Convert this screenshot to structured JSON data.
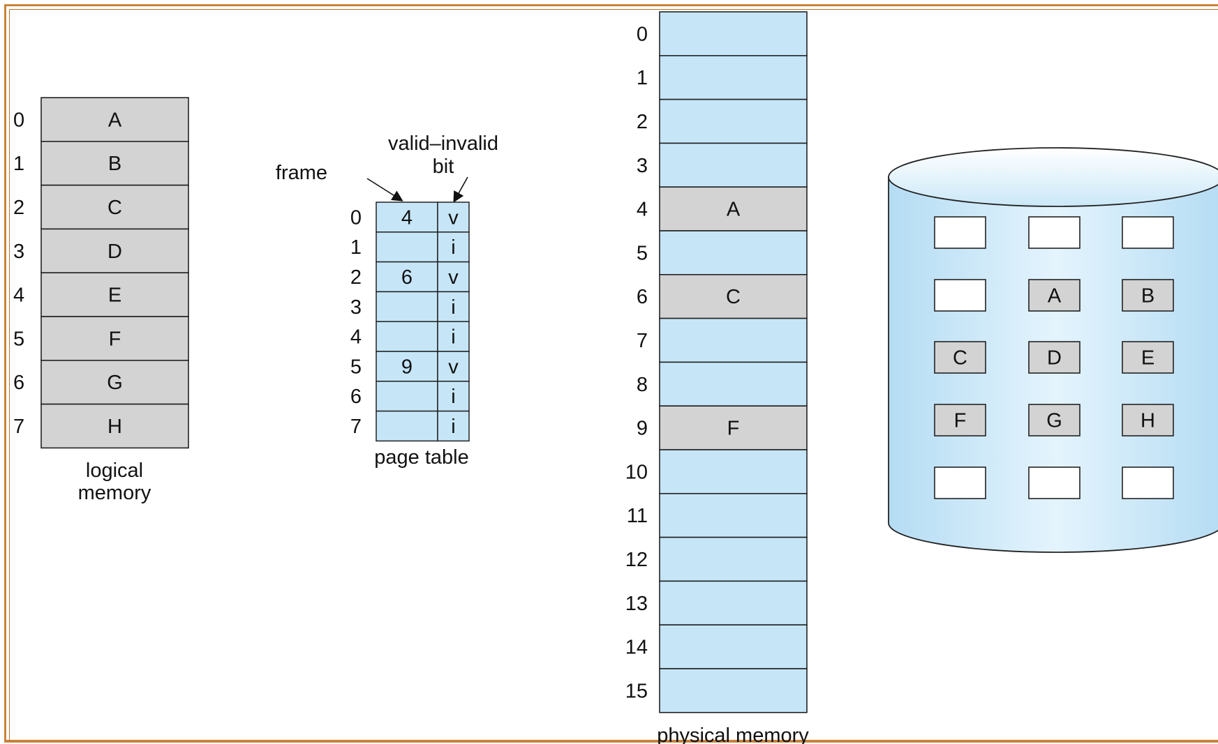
{
  "logical_memory": {
    "label_line1": "logical",
    "label_line2": "memory",
    "rows": [
      {
        "index": "0",
        "page": "A"
      },
      {
        "index": "1",
        "page": "B"
      },
      {
        "index": "2",
        "page": "C"
      },
      {
        "index": "3",
        "page": "D"
      },
      {
        "index": "4",
        "page": "E"
      },
      {
        "index": "5",
        "page": "F"
      },
      {
        "index": "6",
        "page": "G"
      },
      {
        "index": "7",
        "page": "H"
      }
    ]
  },
  "page_table": {
    "label": "page table",
    "frame_label": "frame",
    "valid_label_line1": "valid–invalid",
    "valid_label_line2": "bit",
    "rows": [
      {
        "index": "0",
        "frame": "4",
        "bit": "v"
      },
      {
        "index": "1",
        "frame": "",
        "bit": "i"
      },
      {
        "index": "2",
        "frame": "6",
        "bit": "v"
      },
      {
        "index": "3",
        "frame": "",
        "bit": "i"
      },
      {
        "index": "4",
        "frame": "",
        "bit": "i"
      },
      {
        "index": "5",
        "frame": "9",
        "bit": "v"
      },
      {
        "index": "6",
        "frame": "",
        "bit": "i"
      },
      {
        "index": "7",
        "frame": "",
        "bit": "i"
      }
    ]
  },
  "physical_memory": {
    "label": "physical memory",
    "rows": [
      {
        "index": "0",
        "content": ""
      },
      {
        "index": "1",
        "content": ""
      },
      {
        "index": "2",
        "content": ""
      },
      {
        "index": "3",
        "content": ""
      },
      {
        "index": "4",
        "content": "A"
      },
      {
        "index": "5",
        "content": ""
      },
      {
        "index": "6",
        "content": "C"
      },
      {
        "index": "7",
        "content": ""
      },
      {
        "index": "8",
        "content": ""
      },
      {
        "index": "9",
        "content": "F"
      },
      {
        "index": "10",
        "content": ""
      },
      {
        "index": "11",
        "content": ""
      },
      {
        "index": "12",
        "content": ""
      },
      {
        "index": "13",
        "content": ""
      },
      {
        "index": "14",
        "content": ""
      },
      {
        "index": "15",
        "content": ""
      }
    ]
  },
  "backing_store": {
    "grid": [
      [
        "",
        "",
        ""
      ],
      [
        "",
        "A",
        "B"
      ],
      [
        "C",
        "D",
        "E"
      ],
      [
        "F",
        "G",
        "H"
      ],
      [
        "",
        "",
        ""
      ]
    ]
  },
  "colors": {
    "blue_fill": "#c6e6f8",
    "gray_fill": "#d3d3d3",
    "border": "#222222",
    "frame": "#c9823a"
  }
}
